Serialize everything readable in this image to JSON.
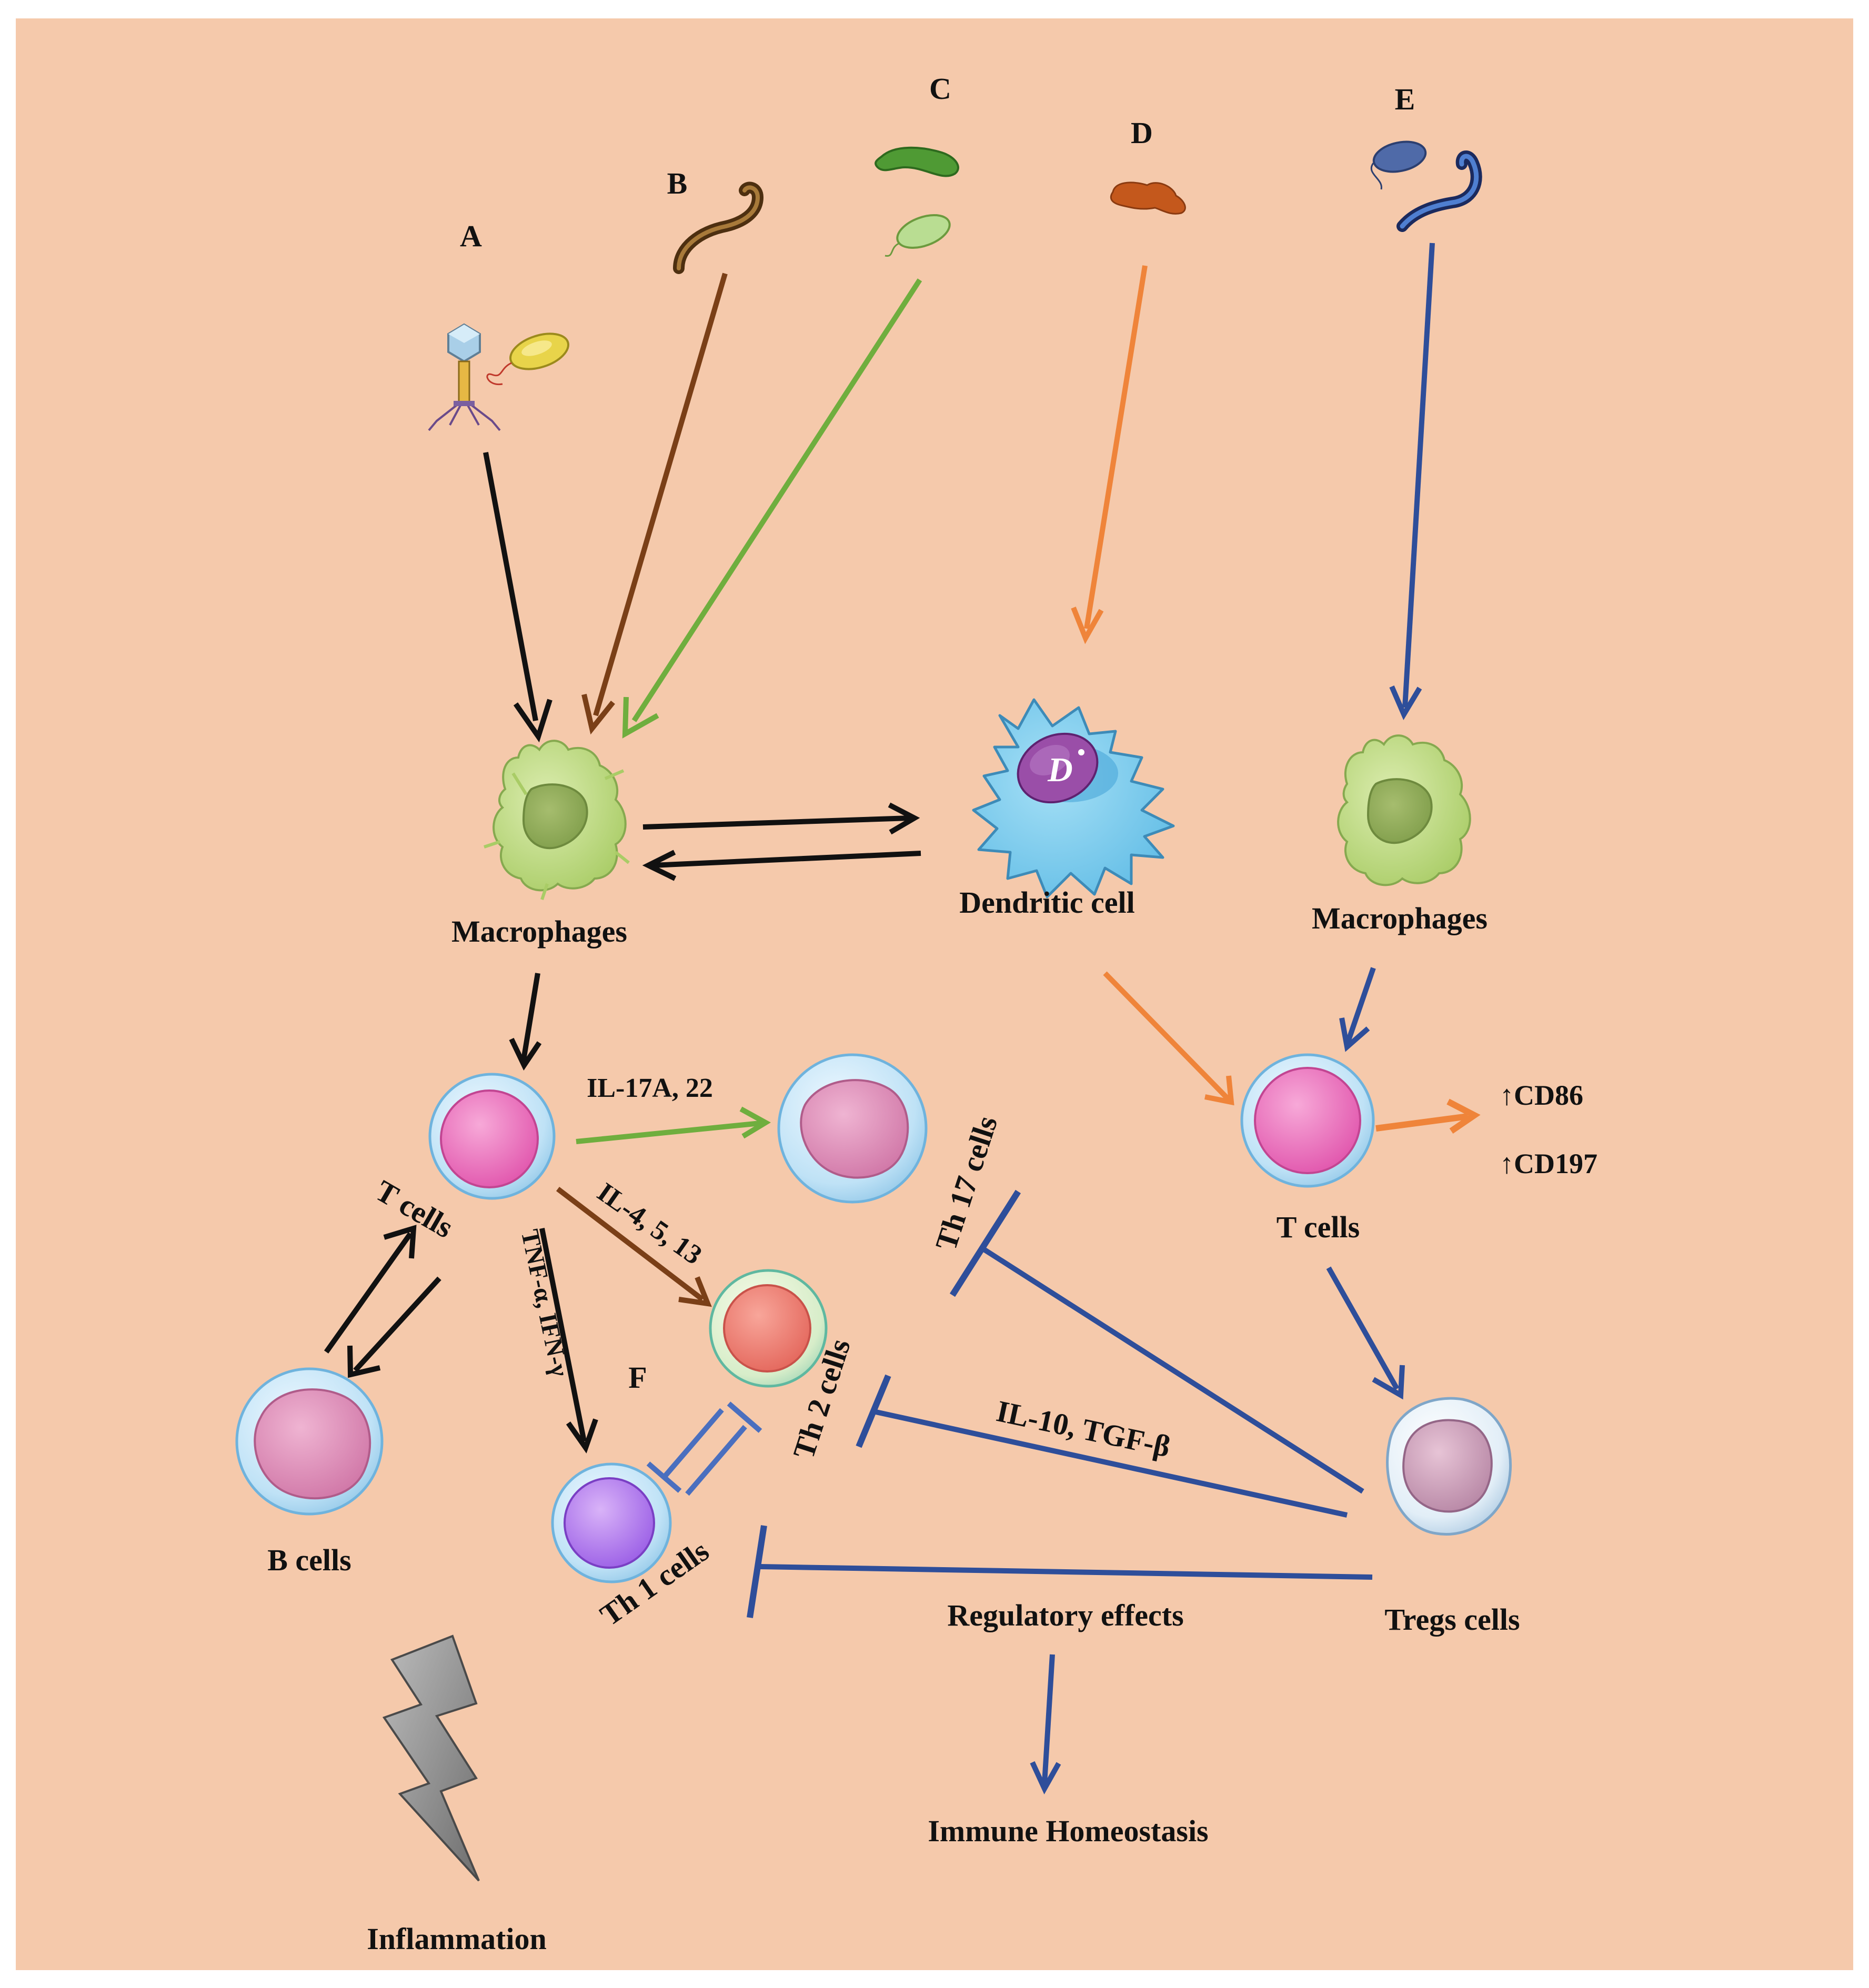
{
  "background_color": "#f5c9ab",
  "colors": {
    "black": "#111111",
    "brown": "#7a3f17",
    "green": "#6fae3e",
    "orange": "#ef843a",
    "blue": "#2e4e9a"
  },
  "labels": {
    "a": "A",
    "b": "B",
    "c": "C",
    "d": "D",
    "e": "E",
    "f": "F",
    "dc_nucleus": "D",
    "macrophages_left": "Macrophages",
    "dendritic_cell": "Dendritic cell",
    "macrophages_right": "Macrophages",
    "t_cells_left": "T cells",
    "t_cells_right": "T cells",
    "b_cells": "B cells",
    "th17": "Th 17 cells",
    "th2": "Th 2 cells",
    "th1": "Th 1 cells",
    "tregs": "Tregs cells",
    "cd86": "↑CD86",
    "cd197": "↑CD197",
    "il17": "IL-17A, 22",
    "il4": "IL-4, 5, 13",
    "tnf": "TNF-α, IFN-γ",
    "il10": "IL-10, TGF-β",
    "regulatory": "Regulatory effects",
    "homeostasis": "Immune Homeostasis",
    "inflammation": "Inflammation"
  },
  "icons": {
    "phage": "bacteriophage-icon",
    "bacterium": "bacterium-icon",
    "worm": "helminth-icon",
    "lightning": "lightning-icon"
  }
}
